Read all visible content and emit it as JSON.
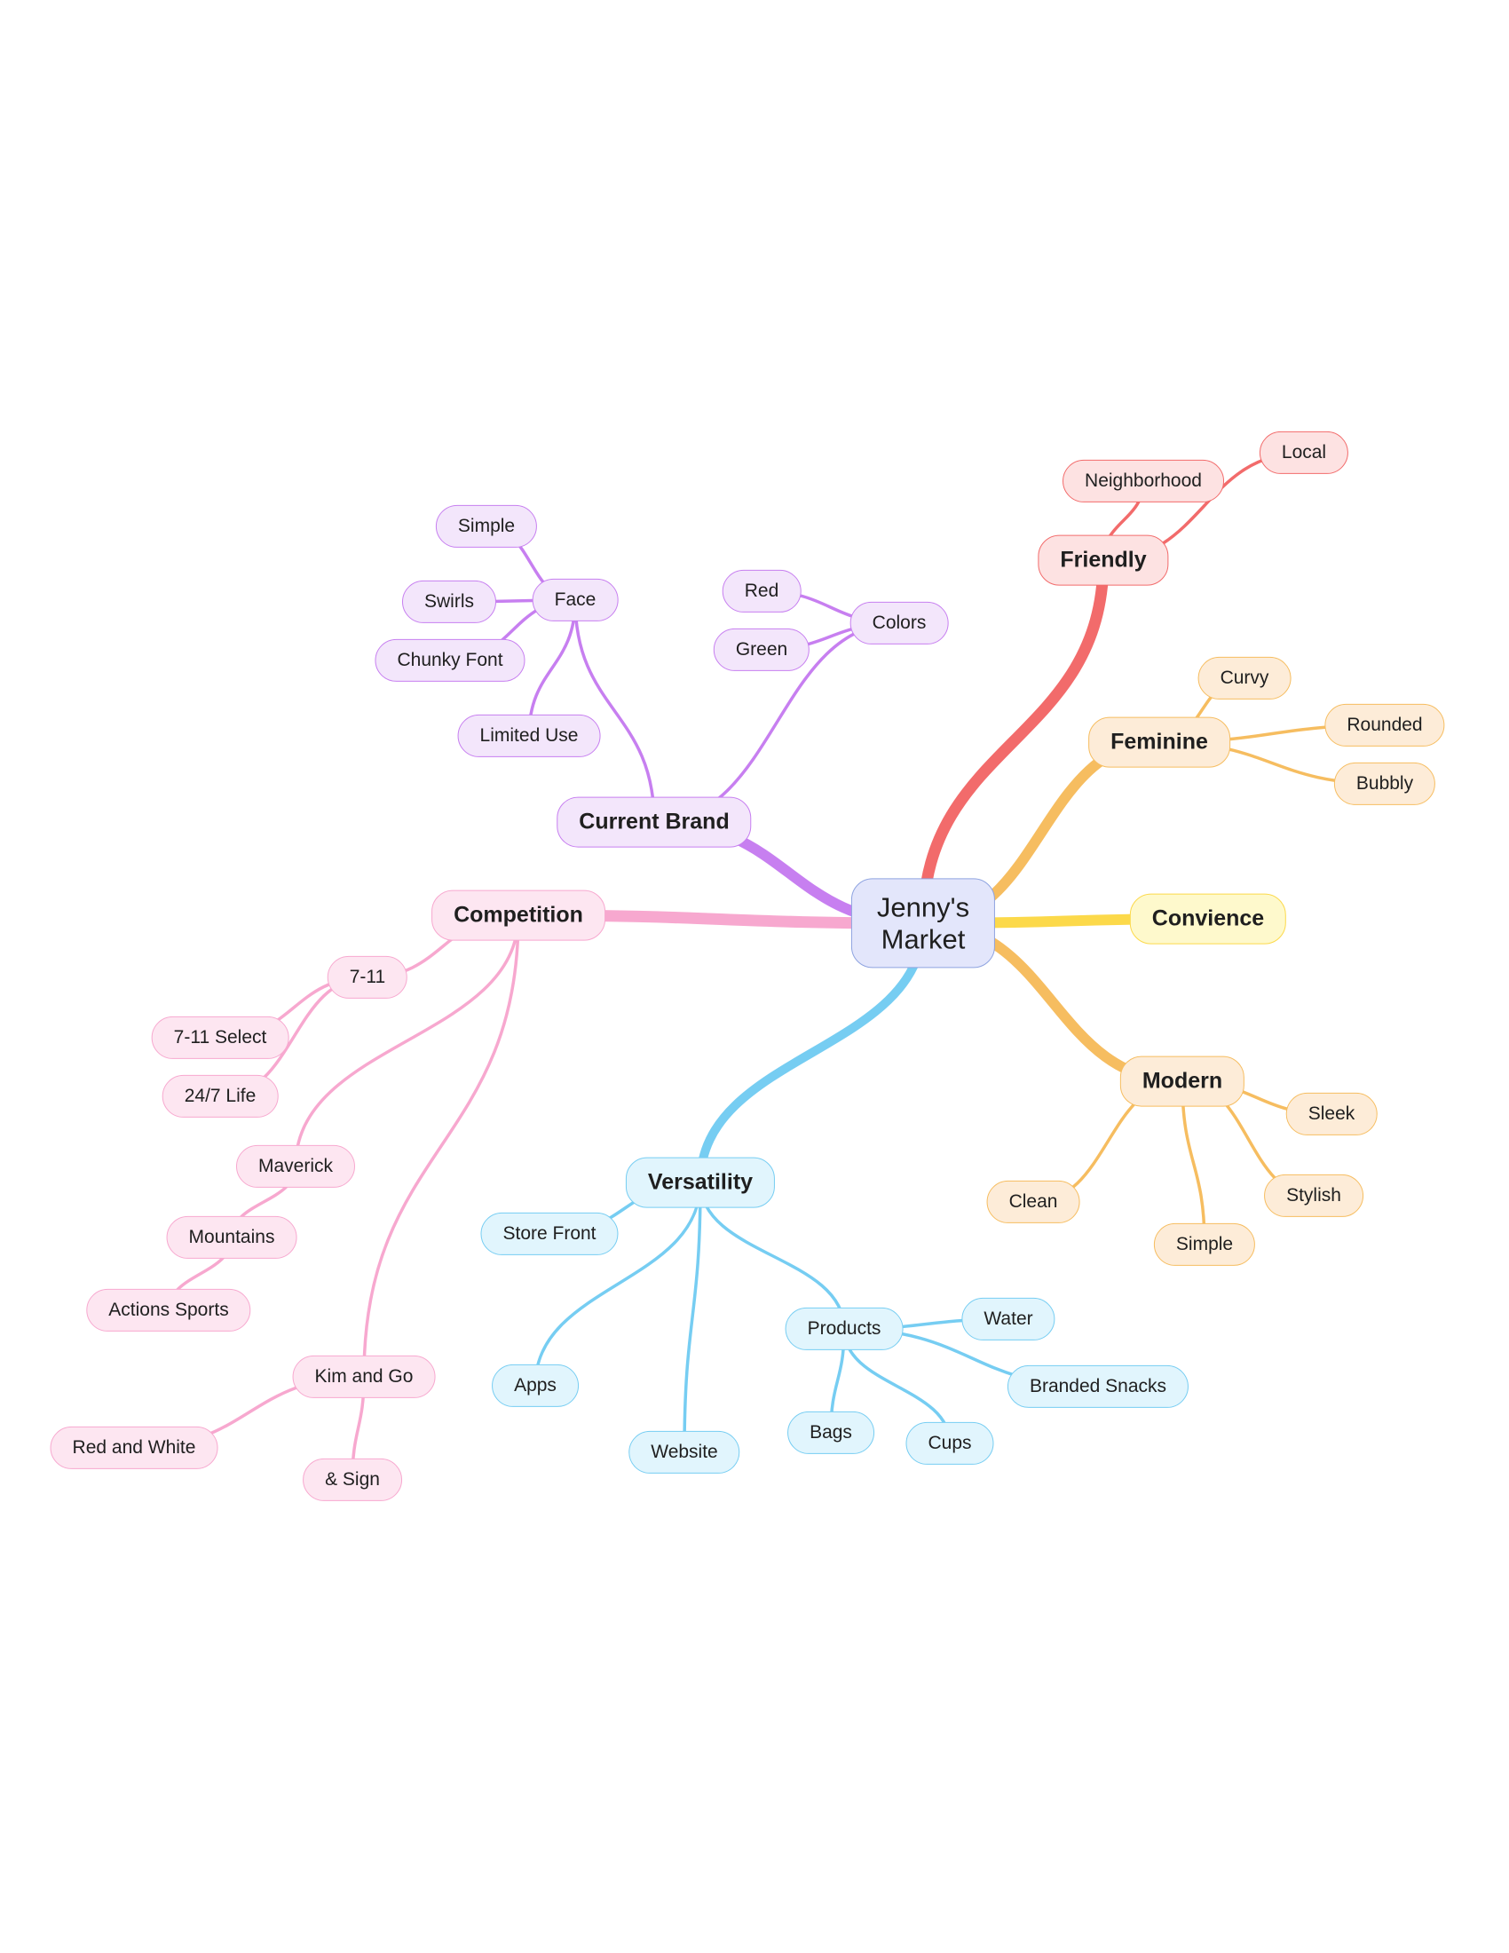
{
  "root": {
    "label": "Jenny's\nMarket"
  },
  "branches": [
    {
      "id": "friendly",
      "label": "Friendly",
      "color": "#f26b6b",
      "fill": "#fde2e2",
      "children": [
        {
          "label": "Neighborhood"
        },
        {
          "label": "Local"
        }
      ]
    },
    {
      "id": "feminine",
      "label": "Feminine",
      "color": "#f6bd60",
      "fill": "#fdecd8",
      "children": [
        {
          "label": "Curvy"
        },
        {
          "label": "Rounded"
        },
        {
          "label": "Bubbly"
        }
      ]
    },
    {
      "id": "convience",
      "label": "Convience",
      "color": "#fcd94a",
      "fill": "#fef9cc",
      "children": []
    },
    {
      "id": "modern",
      "label": "Modern",
      "color": "#f6bd60",
      "fill": "#fdecd8",
      "children": [
        {
          "label": "Sleek"
        },
        {
          "label": "Stylish"
        },
        {
          "label": "Simple"
        },
        {
          "label": "Clean"
        }
      ]
    },
    {
      "id": "versatility",
      "label": "Versatility",
      "color": "#76cdf2",
      "fill": "#e1f5fd",
      "children": [
        {
          "label": "Store Front"
        },
        {
          "label": "Apps"
        },
        {
          "label": "Website"
        },
        {
          "label": "Products",
          "children": [
            {
              "label": "Water"
            },
            {
              "label": "Branded Snacks"
            },
            {
              "label": "Cups"
            },
            {
              "label": "Bags"
            }
          ]
        }
      ]
    },
    {
      "id": "competition",
      "label": "Competition",
      "color": "#f7a8cf",
      "fill": "#fde6f1",
      "children": [
        {
          "label": "7-11",
          "children": [
            {
              "label": "7-11 Select"
            },
            {
              "label": "24/7 Life"
            }
          ]
        },
        {
          "label": "Maverick",
          "children": [
            {
              "label": "Mountains",
              "children": [
                {
                  "label": "Actions Sports"
                }
              ]
            }
          ]
        },
        {
          "label": "Kim and Go",
          "children": [
            {
              "label": "Red and White"
            },
            {
              "label": "& Sign"
            }
          ]
        }
      ]
    },
    {
      "id": "current-brand",
      "label": "Current Brand",
      "color": "#c77ff0",
      "fill": "#f3e6fb",
      "children": [
        {
          "label": "Face",
          "children": [
            {
              "label": "Simple"
            },
            {
              "label": "Swirls"
            },
            {
              "label": "Chunky Font"
            },
            {
              "label": "Limited Use"
            }
          ]
        },
        {
          "label": "Colors",
          "children": [
            {
              "label": "Red"
            },
            {
              "label": "Green"
            }
          ]
        }
      ]
    }
  ],
  "root_color": "#8ea3e0",
  "root_fill": "#e3e6fb"
}
